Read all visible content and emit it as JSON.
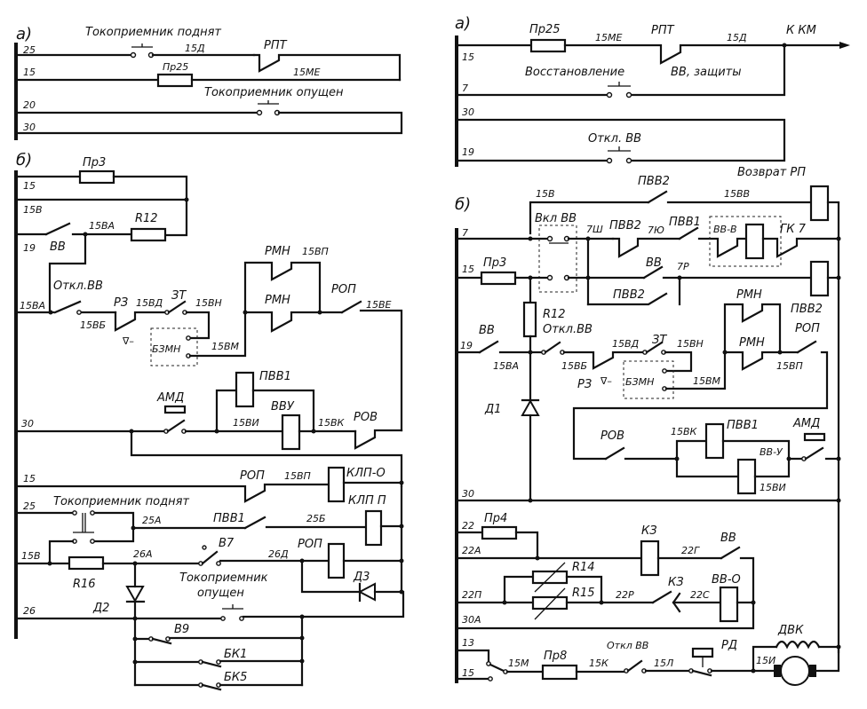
{
  "panels": {
    "left_a": {
      "label": "а)",
      "wires": [
        "25",
        "15",
        "20",
        "30"
      ],
      "labels": {
        "pantograph_up": "Токоприемник поднят",
        "wire_15d": "15Д",
        "rpt": "РПТ",
        "fuse": "Пр25",
        "wire_15me": "15МЕ",
        "pantograph_down": "Токоприемник опущен"
      }
    },
    "left_b": {
      "label": "б)",
      "wires": [
        "15",
        "15В",
        "19",
        "15ВА",
        "30",
        "15",
        "25",
        "15В",
        "26"
      ],
      "labels": {
        "fuse": "Пр3",
        "wire_15ba_top": "15ВА",
        "r12": "R12",
        "vv": "ВВ",
        "otkl_vv": "Откл.ВВ",
        "r3": "РЗ",
        "wire_15vd": "15ВД",
        "zt": "ЗТ",
        "wire_15vn": "15ВН",
        "wire_15vb": "15ВБ",
        "v_minus": "∇–",
        "bzmn": "БЗМН",
        "wire_15vm": "15ВМ",
        "rmn_top": "РМН",
        "wire_15vp_top": "15ВП",
        "rmn": "РМН",
        "rop": "РОП",
        "wire_15ve": "15ВЕ",
        "pvv1": "ПВВ1",
        "amd": "АМД",
        "vvu": "ВВУ",
        "wire_15vi": "15ВИ",
        "wire_15vk": "15ВК",
        "rov": "РОВ",
        "rop2": "РОП",
        "wire_15vp": "15ВП",
        "klp_o": "КЛП-О",
        "pantograph_up": "Токоприемник поднят",
        "wire_25a": "25А",
        "pvv1_b": "ПВВ1",
        "wire_25b": "25Б",
        "klp_p": "КЛП П",
        "r16": "R16",
        "wire_26a": "26А",
        "v7": "В7",
        "wire_26d": "26Д",
        "rop3": "РОП",
        "d3": "Д3",
        "pantograph_down_1": "Токоприемник",
        "pantograph_down_2": "опущен",
        "d2": "Д2",
        "v9": "В9",
        "bk1": "БК1",
        "bk5": "БК5"
      }
    },
    "right_a": {
      "label": "а)",
      "wires": [
        "15",
        "7",
        "30",
        "19"
      ],
      "labels": {
        "fuse": "Пр25",
        "wire_15me": "15МЕ",
        "rpt": "РПТ",
        "wire_15d": "15Д",
        "to_km": "К КМ",
        "restore_1": "Восстановление",
        "restore_2": "ВВ, защиты",
        "otkl_vv": "Откл. ВВ"
      }
    },
    "right_b": {
      "label": "б)",
      "wires": [
        "7",
        "15",
        "19",
        "30",
        "22",
        "22А",
        "22П",
        "30А",
        "13",
        "15"
      ],
      "labels": {
        "wire_15v": "15В",
        "pvv2_top": "ПВВ2",
        "wire_15vv": "15ВВ",
        "return_rp": "Возврат РП",
        "vkl_vv": "Вкл ВВ",
        "wire_7sh": "7Ш",
        "pvv2": "ПВВ2",
        "wire_7yu": "7Ю",
        "pvv1": "ПВВ1",
        "vv_v": "ВВ-В",
        "gk7": "ГК 7",
        "fuse3": "Пр3",
        "vv": "ВВ",
        "wire_7r": "7Р",
        "pvv2_b": "ПВВ2",
        "rmn_top": "РМН",
        "r12": "R12",
        "otkl_vv": "Откл.ВВ",
        "vv19": "ВВ",
        "wire_15va": "15ВА",
        "wire_15vb": "15ВБ",
        "wire_15vd": "15ВД",
        "zt": "ЗТ",
        "wire_15vn": "15ВН",
        "r3": "РЗ",
        "v_minus": "∇–",
        "bzmn": "БЗМН",
        "wire_15vm": "15ВМ",
        "rmn": "РМН",
        "pvv2_c": "ПВВ2",
        "rop": "РОП",
        "wire_15vp": "15ВП",
        "d1": "Д1",
        "rov": "РОВ",
        "wire_15vk": "15ВК",
        "pvv1_b": "ПВВ1",
        "amd": "АМД",
        "vvu": "ВВ-У",
        "wire_15vi": "15ВИ",
        "fuse4": "Пр4",
        "kz": "КЗ",
        "wire_22g": "22Г",
        "vv2": "ВВ",
        "r14": "R14",
        "r15": "R15",
        "wire_22r": "22Р",
        "kz2": "КЗ",
        "wire_22s": "22С",
        "vv_o": "ВВ-О",
        "wire_15m": "15М",
        "fuse8": "Пр8",
        "wire_15k": "15К",
        "otkl_vv2": "Откл ВВ",
        "wire_15l": "15Л",
        "rd": "РД",
        "dvk": "ДВК",
        "wire_15i": "15И"
      }
    }
  }
}
